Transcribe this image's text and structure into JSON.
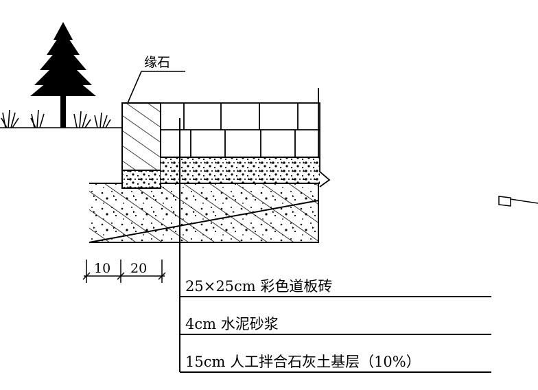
{
  "diagram": {
    "curb_label": "缘石",
    "dimensions": [
      "10",
      "20"
    ],
    "layers": [
      "25×25cm 彩色道板砖",
      "4cm 水泥砂浆",
      "15cm 人工拌合石灰土基层（10%）"
    ]
  }
}
